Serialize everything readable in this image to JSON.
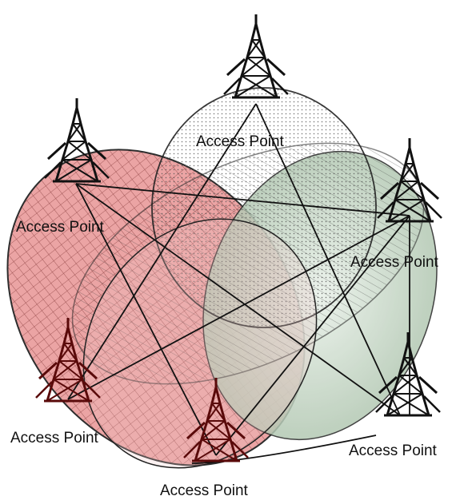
{
  "labels": {
    "ap_top": "Access Point",
    "ap_left": "Access Point",
    "ap_right": "Access Point",
    "ap_bottom_left": "Access Point",
    "ap_bottom_center": "Access Point",
    "ap_bottom_right": "Access Point"
  },
  "colors": {
    "red_zone": "#e58a8a",
    "green_zone": "#c9dcc9",
    "dotted_zone": "#ffffff",
    "tower": "#111111",
    "tower_red": "#7a1010",
    "grid": "#7a3a3a",
    "outline": "#222222"
  }
}
